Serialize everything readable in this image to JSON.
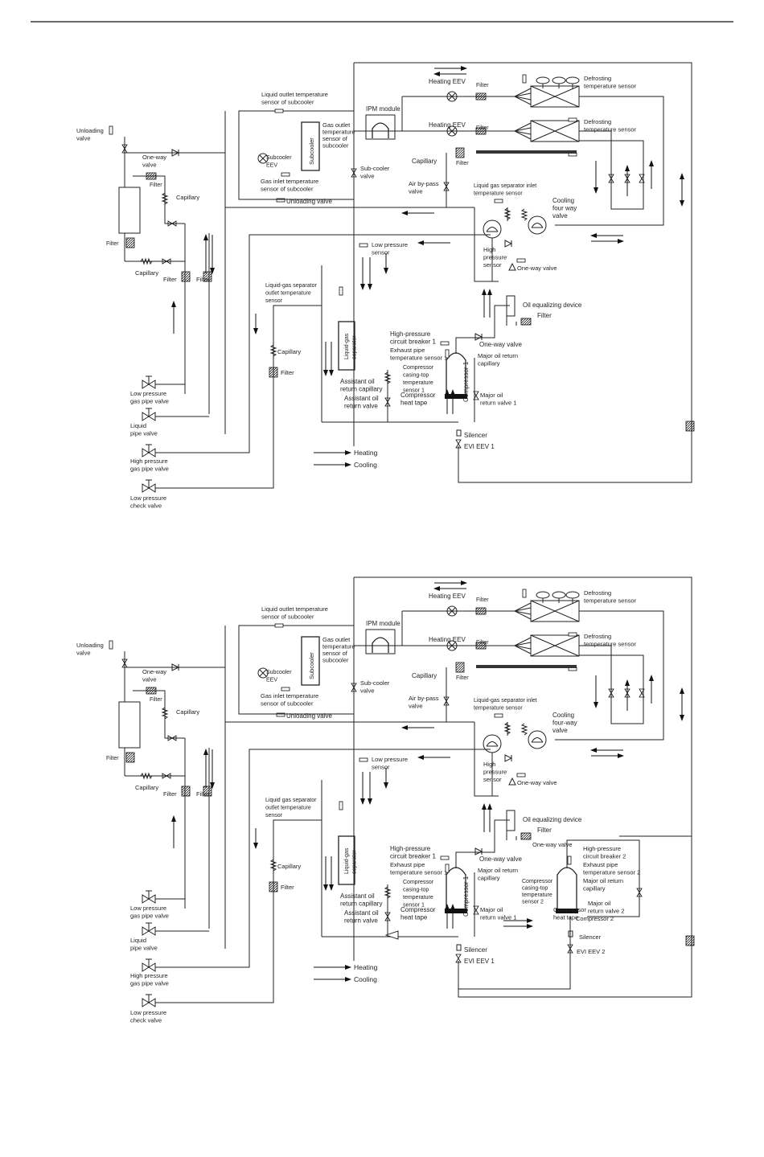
{
  "diagram1": {
    "labels": {
      "liquid_outlet_sensor": [
        "Liquid outlet temperature",
        "sensor of subcooler"
      ],
      "unloading_valve_left": [
        "Unloading",
        "valve"
      ],
      "ipm_module": "IPM module",
      "heating_eev_1": "Heating EEV",
      "filter_top_1": "Filter",
      "defrost_sensor_1": [
        "Defrosting",
        "temperature sensor"
      ],
      "heating_eev_2": "Heating EEV",
      "filter_top_2": "Filter",
      "defrost_sensor_2": [
        "Defrosting",
        "temperature sensor"
      ],
      "gas_outlet_sensor": [
        "Gas outlet",
        "temperature",
        "sensor of",
        "subcooler"
      ],
      "subcooler": "Subcooler",
      "subcooler_eev": [
        "Subcooler",
        "EEV"
      ],
      "one_way_valve_left": [
        "One-way",
        "valve"
      ],
      "filter_left_top": "Filter",
      "capillary_top": "Capillary",
      "filter_capillary_top": "Filter",
      "sub_cooler_valve": [
        "Sub-cooler",
        "valve"
      ],
      "air_bypass_valve": [
        "Air by-pass",
        "valve"
      ],
      "gas_inlet_sensor": [
        "Gas inlet temperature",
        "sensor of subcooler"
      ],
      "lgs_inlet_sensor": [
        "Liquid gas separator inlet",
        "temperature sensor"
      ],
      "capillary_mid": "Capillary",
      "unloading_valve_mid": "Unloading valve",
      "cooling_four_way": [
        "Cooling",
        "four way",
        "valve"
      ],
      "filter_left": "Filter",
      "low_pressure_sensor": [
        "Low pressure",
        "sensor"
      ],
      "high_pressure_sensor": [
        "High",
        "pressure",
        "sensor"
      ],
      "one_way_valve_right": "One-way valve",
      "capillary_left": "Capillary",
      "filter_left_mid": "Filter",
      "filter_left_mid2": "Filter",
      "lgs_outlet_sensor": [
        "Liquid-gas separator",
        "outlet temperature",
        "sensor"
      ],
      "oil_equalizing": "Oil equalizing device",
      "filter_oil": "Filter",
      "high_pressure_breaker": [
        "High-pressure",
        "circuit breaker 1"
      ],
      "one_way_valve_comp": "One-way valve",
      "capillary_lower": "Capillary",
      "exhaust_pipe_sensor": [
        "Exhaust pipe",
        "temperature sensor 1"
      ],
      "major_oil_return_cap": [
        "Major oil return",
        "capillary"
      ],
      "casing_top_sensor": [
        "Compressor",
        "casing-top",
        "temperature",
        "sensor 1"
      ],
      "compressor_label": "Compressor 1",
      "liquid_gas_separator": [
        "Liquid-gas",
        "separator"
      ],
      "filter_lower": "Filter",
      "low_pressure_gas_valve": [
        "Low pressure",
        "gas pipe valve"
      ],
      "assistant_oil_cap": [
        "Assistant oil",
        "return capillary"
      ],
      "assistant_oil_valve": [
        "Assistant oil",
        "return valve"
      ],
      "compressor_heat_tape": [
        "Compressor",
        "heat tape"
      ],
      "major_oil_return_valve": [
        "Major oil",
        "return valve 1"
      ],
      "liquid_pipe_valve": [
        "Liquid",
        "pipe valve"
      ],
      "silencer": "Silencer",
      "evi_eev": "EVI EEV 1",
      "high_pressure_gas_valve": [
        "High pressure",
        "gas pipe valve"
      ],
      "legend_heating": "Heating",
      "legend_cooling": "Cooling",
      "low_pressure_check_valve": [
        "Low pressure",
        "check valve"
      ]
    }
  },
  "diagram2": {
    "labels": {
      "liquid_outlet_sensor": [
        "Liquid outlet temperature",
        "sensor of subcooler"
      ],
      "unloading_valve_left": [
        "Unloading",
        "valve"
      ],
      "ipm_module": "IPM module",
      "heating_eev_1": "Heating EEV",
      "filter_top_1": "Filter",
      "defrost_sensor_1": [
        "Defrosting",
        "temperature sensor"
      ],
      "heating_eev_2": "Heating EEV",
      "filter_top_2": "Filter",
      "defrost_sensor_2": [
        "Defrosting",
        "temperature sensor"
      ],
      "gas_outlet_sensor": [
        "Gas outlet",
        "temperature",
        "sensor of",
        "subcooler"
      ],
      "subcooler": "Subcooler",
      "subcooler_eev": [
        "Subcooler",
        "EEV"
      ],
      "one_way_valve_left": [
        "One-way",
        "valve"
      ],
      "filter_left_top": "Filter",
      "capillary_top": "Capillary",
      "filter_capillary_top": "Filter",
      "sub_cooler_valve": [
        "Sub-cooler",
        "valve"
      ],
      "air_bypass_valve": [
        "Air by-pass",
        "valve"
      ],
      "gas_inlet_sensor": [
        "Gas inlet temperature",
        "sensor of subcooler"
      ],
      "lgs_inlet_sensor": [
        "Liquid-gas separator inlet",
        "temperature sensor"
      ],
      "capillary_mid": "Capillary",
      "unloading_valve_mid": "Unloading valve",
      "cooling_four_way": [
        "Cooling",
        "four-way",
        "valve"
      ],
      "filter_left": "Filter",
      "low_pressure_sensor": [
        "Low pressure",
        "sensor"
      ],
      "high_pressure_sensor": [
        "High",
        "pressure",
        "sensor"
      ],
      "one_way_valve_right": "One-way valve",
      "capillary_left": "Capillary",
      "filter_left_mid": "Filter",
      "filter_left_mid2": "Filter",
      "lgs_outlet_sensor": [
        "Liquid gas separator",
        "outlet temperature",
        "sensor"
      ],
      "oil_equalizing": "Oil equalizing device",
      "filter_oil": "Filter",
      "one_way_valve_oil": "One-way valve",
      "high_pressure_breaker": [
        "High-pressure",
        "circuit breaker 1"
      ],
      "one_way_valve_comp": "One-way valve",
      "capillary_lower": "Capillary",
      "exhaust_pipe_sensor": [
        "Exhaust pipe",
        "temperature sensor 1"
      ],
      "major_oil_return_cap": [
        "Major oil return",
        "capillary"
      ],
      "casing_top_sensor": [
        "Compressor",
        "casing-top",
        "temperature",
        "sensor 1"
      ],
      "compressor_label": "Compressor 1",
      "compressor_heat_tape": [
        "Compressor",
        "heat tape"
      ],
      "major_oil_return_valve": [
        "Major oil",
        "return valve 1"
      ],
      "liquid_gas_separator": [
        "Liquid-gas",
        "separator"
      ],
      "filter_lower": "Filter",
      "low_pressure_gas_valve": [
        "Low pressure",
        "gas pipe valve"
      ],
      "assistant_oil_cap": [
        "Assistant oil",
        "return capillary"
      ],
      "assistant_oil_valve": [
        "Assistant oil",
        "return valve"
      ],
      "liquid_pipe_valve": [
        "Liquid",
        "pipe valve"
      ],
      "silencer": "Silencer",
      "evi_eev": "EVI EEV 1",
      "high_pressure_gas_valve": [
        "High pressure",
        "gas pipe valve"
      ],
      "legend_heating": "Heating",
      "legend_cooling": "Cooling",
      "low_pressure_check_valve": [
        "Low pressure",
        "check valve"
      ],
      "casing_top_sensor_2": [
        "Compressor",
        "casing-top",
        "temperature",
        "sensor 2"
      ],
      "compressor_heat_tape_2": [
        "Compressor",
        "heat tape"
      ],
      "high_pressure_breaker_2": [
        "High-pressure",
        "circuit breaker 2"
      ],
      "exhaust_pipe_sensor_2": [
        "Exhaust pipe",
        "temperature sensor 2"
      ],
      "major_oil_return_cap_2": [
        "Major oil return",
        "capillary"
      ],
      "major_oil_return_valve_2": [
        "Major oil",
        "return valve 2"
      ],
      "compressor_label_2": "Compressor 2",
      "silencer_2": "Silencer",
      "evi_eev_2": "EVI EEV 2"
    }
  }
}
